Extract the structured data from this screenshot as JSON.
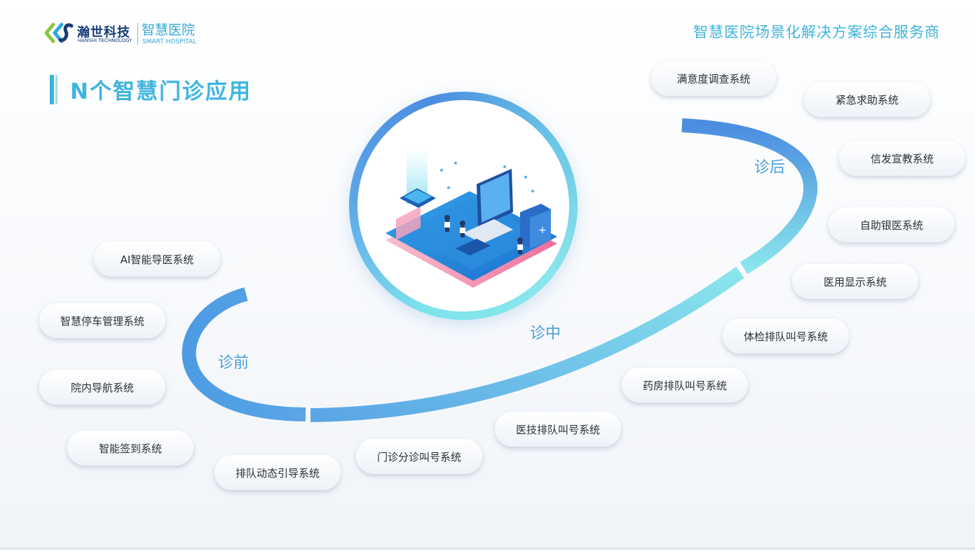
{
  "header": {
    "brand_cn": "瀚世科技",
    "brand_en": "HANSHI TECHNOLOGY",
    "product_cn": "智慧医院",
    "product_en": "SMART HOSPITAL",
    "slogan": "智慧医院场景化解决方案综合服务商",
    "logo_icon": "chevron-logo-icon"
  },
  "page_title": "N个智慧门诊应用",
  "stages": [
    "诊前",
    "诊中",
    "诊后"
  ],
  "illustration": "isometric-hospital-illustration",
  "systems": [
    "满意度调查系统",
    "紧急求助系统",
    "信发宣教系统",
    "自助银医系统",
    "医用显示系统",
    "体检排队叫号系统",
    "药房排队叫号系统",
    "医技排队叫号系统",
    "门诊分诊叫号系统",
    "排队动态引导系统",
    "智能签到系统",
    "院内导航系统",
    "智慧停车管理系统",
    "AI智能导医系统"
  ],
  "colors": {
    "accent": "#3fb5df",
    "brand": "#173c78",
    "arc_blue": "#4b8de0",
    "arc_cyan": "#8ae6ec"
  }
}
